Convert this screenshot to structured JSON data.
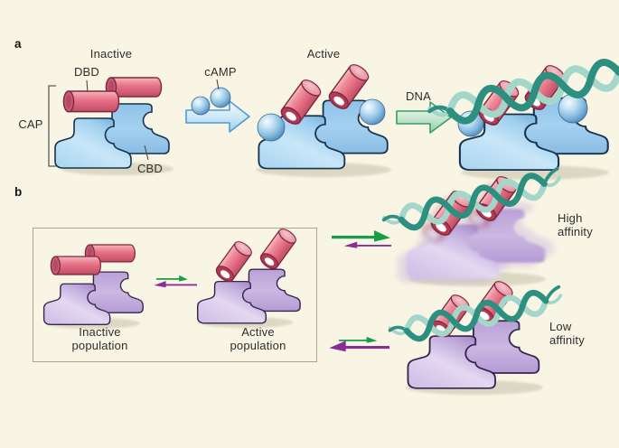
{
  "panel_a": {
    "label": "a",
    "inactive_state_title": "Inactive",
    "active_state_title": "Active",
    "dbd_label": "DBD",
    "cap_label": "CAP",
    "cbd_label": "CBD",
    "camp_label": "cAMP",
    "dna_label": "DNA"
  },
  "panel_b": {
    "label": "b",
    "inactive_population": [
      "Inactive",
      "population"
    ],
    "active_population": [
      "Active",
      "population"
    ],
    "high_affinity": [
      "High",
      "affinity"
    ],
    "low_affinity": [
      "Low",
      "affinity"
    ]
  },
  "colors": {
    "background": "#f9f5e4",
    "cap_body_blue": "#9ecfee",
    "cap_body_purple": "#cdb9e2",
    "dbd_helix_red": "#e4707f",
    "camp_sphere_blue": "#6fa9d2",
    "dna_ribbon_teal": "#2d8f80",
    "dna_ribbon_light": "#a4d6c9",
    "forward_arrow_green": "#169e49",
    "reverse_arrow_purple": "#8b2d96",
    "camp_block_arrow_blue": "#9ecfee",
    "dna_block_arrow_green": "#93ceaa",
    "text": "#2d2d2d"
  }
}
